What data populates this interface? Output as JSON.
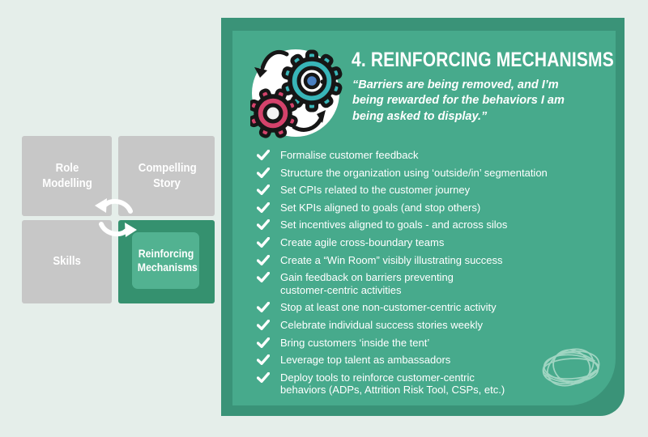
{
  "colors": {
    "bg": "#e5eeea",
    "panel-outer": "#3a9378",
    "panel-inner": "#47aa8c",
    "matrix-gray": "#c7c7c7",
    "matrix-green": "#35916f",
    "matrix-green-inner": "#52b291",
    "text-white": "#ffffff",
    "gear-teal": "#38b5b8",
    "gear-pink": "#d4426b",
    "gear-blue": "#4a7fc1",
    "gear-outline": "#161616",
    "logo-stroke": "#b7e0d0"
  },
  "matrix": {
    "cells": [
      {
        "label": "Role Modelling",
        "active": false
      },
      {
        "label": "Compelling Story",
        "active": false
      },
      {
        "label": "Skills",
        "active": false
      },
      {
        "label": "Reinforcing Mechanisms",
        "active": true
      }
    ]
  },
  "panel": {
    "heading": "4. REINFORCING MECHANISMS",
    "quote": "“Barriers are being removed, and I’m\nbeing rewarded for the behaviors I am\nbeing asked to display.”",
    "checklist": [
      {
        "text": "Formalise customer feedback"
      },
      {
        "text": "Structure the organization using ‘outside/in’ segmentation"
      },
      {
        "text": "Set CPIs related to the customer journey"
      },
      {
        "text": "Set KPIs aligned to goals (and stop others)"
      },
      {
        "text": "Set incentives aligned to goals - and across silos"
      },
      {
        "text": "Create agile cross-boundary teams"
      },
      {
        "text": "Create a “Win Room” visibly illustrating success"
      },
      {
        "text": "Gain feedback on barriers preventing\ncustomer-centric activities"
      },
      {
        "text": "Stop at least one non-customer-centric activity"
      },
      {
        "text": "Celebrate individual success stories weekly"
      },
      {
        "text": "Bring customers ‘inside the tent’"
      },
      {
        "text": "Leverage top talent as ambassadors"
      },
      {
        "text": "Deploy tools to reinforce customer-centric\nbehaviors (ADPs, Attrition Risk Tool, CSPs, etc.)"
      }
    ]
  },
  "icons": {
    "gears": "gears-cycle-icon",
    "cycle": "cycle-arrows-icon",
    "check": "check-icon",
    "logo": "scribble-sphere-logo"
  }
}
